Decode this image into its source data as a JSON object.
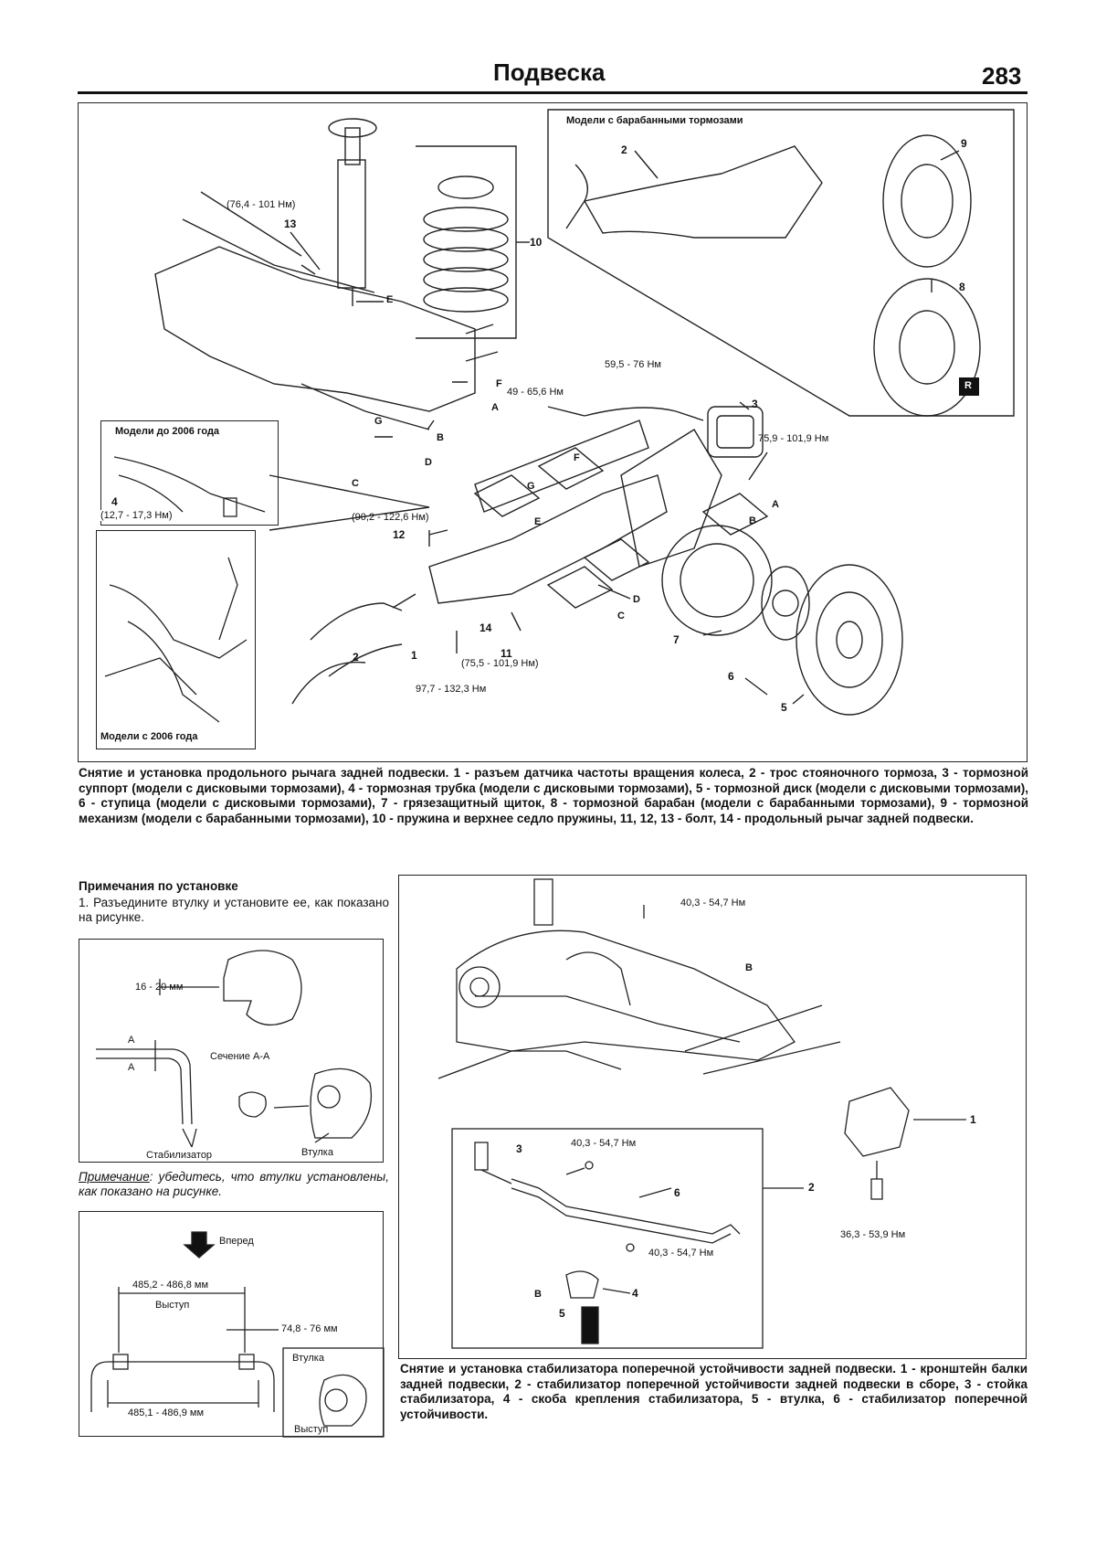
{
  "header": {
    "title": "Подвеска",
    "page_number": "283"
  },
  "main_figure": {
    "drum_inset_title": "Модели с барабанными тормозами",
    "pre2006_inset_title": "Модели до 2006 года",
    "post2006_inset_title": "Модели с 2006 года",
    "torques": {
      "t13": "(76,4 - 101 Нм)",
      "t_brake_line": "59,5 - 76 Нм",
      "t_49": "49 - 65,6 Нм",
      "t_75_9": "75,9 - 101,9 Нм",
      "t_90": "(90,2 - 122,6 Нм)",
      "t_12_7": "(12,7 - 17,3 Нм)",
      "t_75_5": "(75,5 - 101,9 Нм)",
      "t_97": "97,7 - 132,3 Нм"
    },
    "callouts": {
      "n1": "1",
      "n2": "2",
      "n2b": "2",
      "n3": "3",
      "n4": "4",
      "n5": "5",
      "n6": "6",
      "n7": "7",
      "n8": "8",
      "n9": "9",
      "n10": "10",
      "n11": "11",
      "n12": "12",
      "n13": "13",
      "n14": "14",
      "a1": "A",
      "a2": "A",
      "b1": "B",
      "b2": "B",
      "c1": "C",
      "c2": "C",
      "d1": "D",
      "d2": "D",
      "e1": "E",
      "e2": "E",
      "f1": "F",
      "f2": "F",
      "g1": "G",
      "g2": "G",
      "r_badge": "R"
    },
    "caption": "Снятие и установка продольного рычага задней подвески. 1 - разъем датчика частоты вращения колеса, 2 - трос стояночного тормоза, 3 - тормозной суппорт (модели с дисковыми тормозами), 4 - тормозная трубка (модели с дисковыми тормозами), 5 - тормозной диск (модели с дисковыми тормозами), 6 - ступица (модели с дисковыми тормозами), 7 - грязезащитный щиток, 8 - тормозной барабан (модели с барабанными тормозами), 9 - тормозной механизм (модели с барабанными тормозами), 10 - пружина и верхнее седло пружины, 11, 12, 13 - болт, 14 - продольный рычаг задней подвески."
  },
  "install_notes": {
    "heading": "Примечания по установке",
    "step1": "1. Разъедините втулку и установите ее, как показано на рисунке.",
    "fig_a": {
      "dim": "16 - 20 мм",
      "section_label": "Сечение А-А",
      "a_top": "A",
      "a_bottom": "A",
      "stabilizer": "Стабилизатор",
      "bushing": "Втулка"
    },
    "note_label": "Примечание",
    "note_text": ": убедитесь, что втулки установлены, как показано на рисунке.",
    "fig_b": {
      "forward": "Вперед",
      "dim1": "485,2 - 486,8 мм",
      "protrusion": "Выступ",
      "dim2": "74,8 - 76 мм",
      "dim3": "485,1 - 486,9 мм",
      "bushing": "Втулка",
      "protrusion2": "Выступ"
    }
  },
  "stabilizer_figure": {
    "torques": {
      "t_top": "40,3 - 54,7 Нм",
      "t_link": "40,3 - 54,7 Нм",
      "t_clamp": "40,3 - 54,7 Нм",
      "t_bracket": "36,3 - 53,9 Нм"
    },
    "callouts": {
      "s1": "1",
      "s2": "2",
      "s3": "3",
      "s4": "4",
      "s5": "5",
      "s6": "6",
      "b_top": "B",
      "b_bottom": "B"
    },
    "caption": "Снятие и установка стабилизатора поперечной устойчивости задней подвески. 1 - кронштейн балки задней подвески, 2 - стабилизатор поперечной устойчивости задней подвески в сборе, 3 - стойка стабилизатора, 4 - скоба крепления стабилизатора, 5 - втулка, 6 - стабилизатор поперечной устойчивости."
  }
}
